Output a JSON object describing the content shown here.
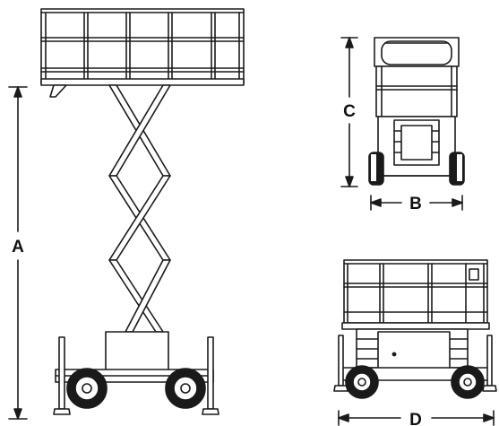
{
  "dimensions": {
    "a": "A",
    "b": "B",
    "c": "C",
    "d": "D"
  },
  "colors": {
    "line": "#1a1a1a",
    "fill": "#ffffff"
  }
}
